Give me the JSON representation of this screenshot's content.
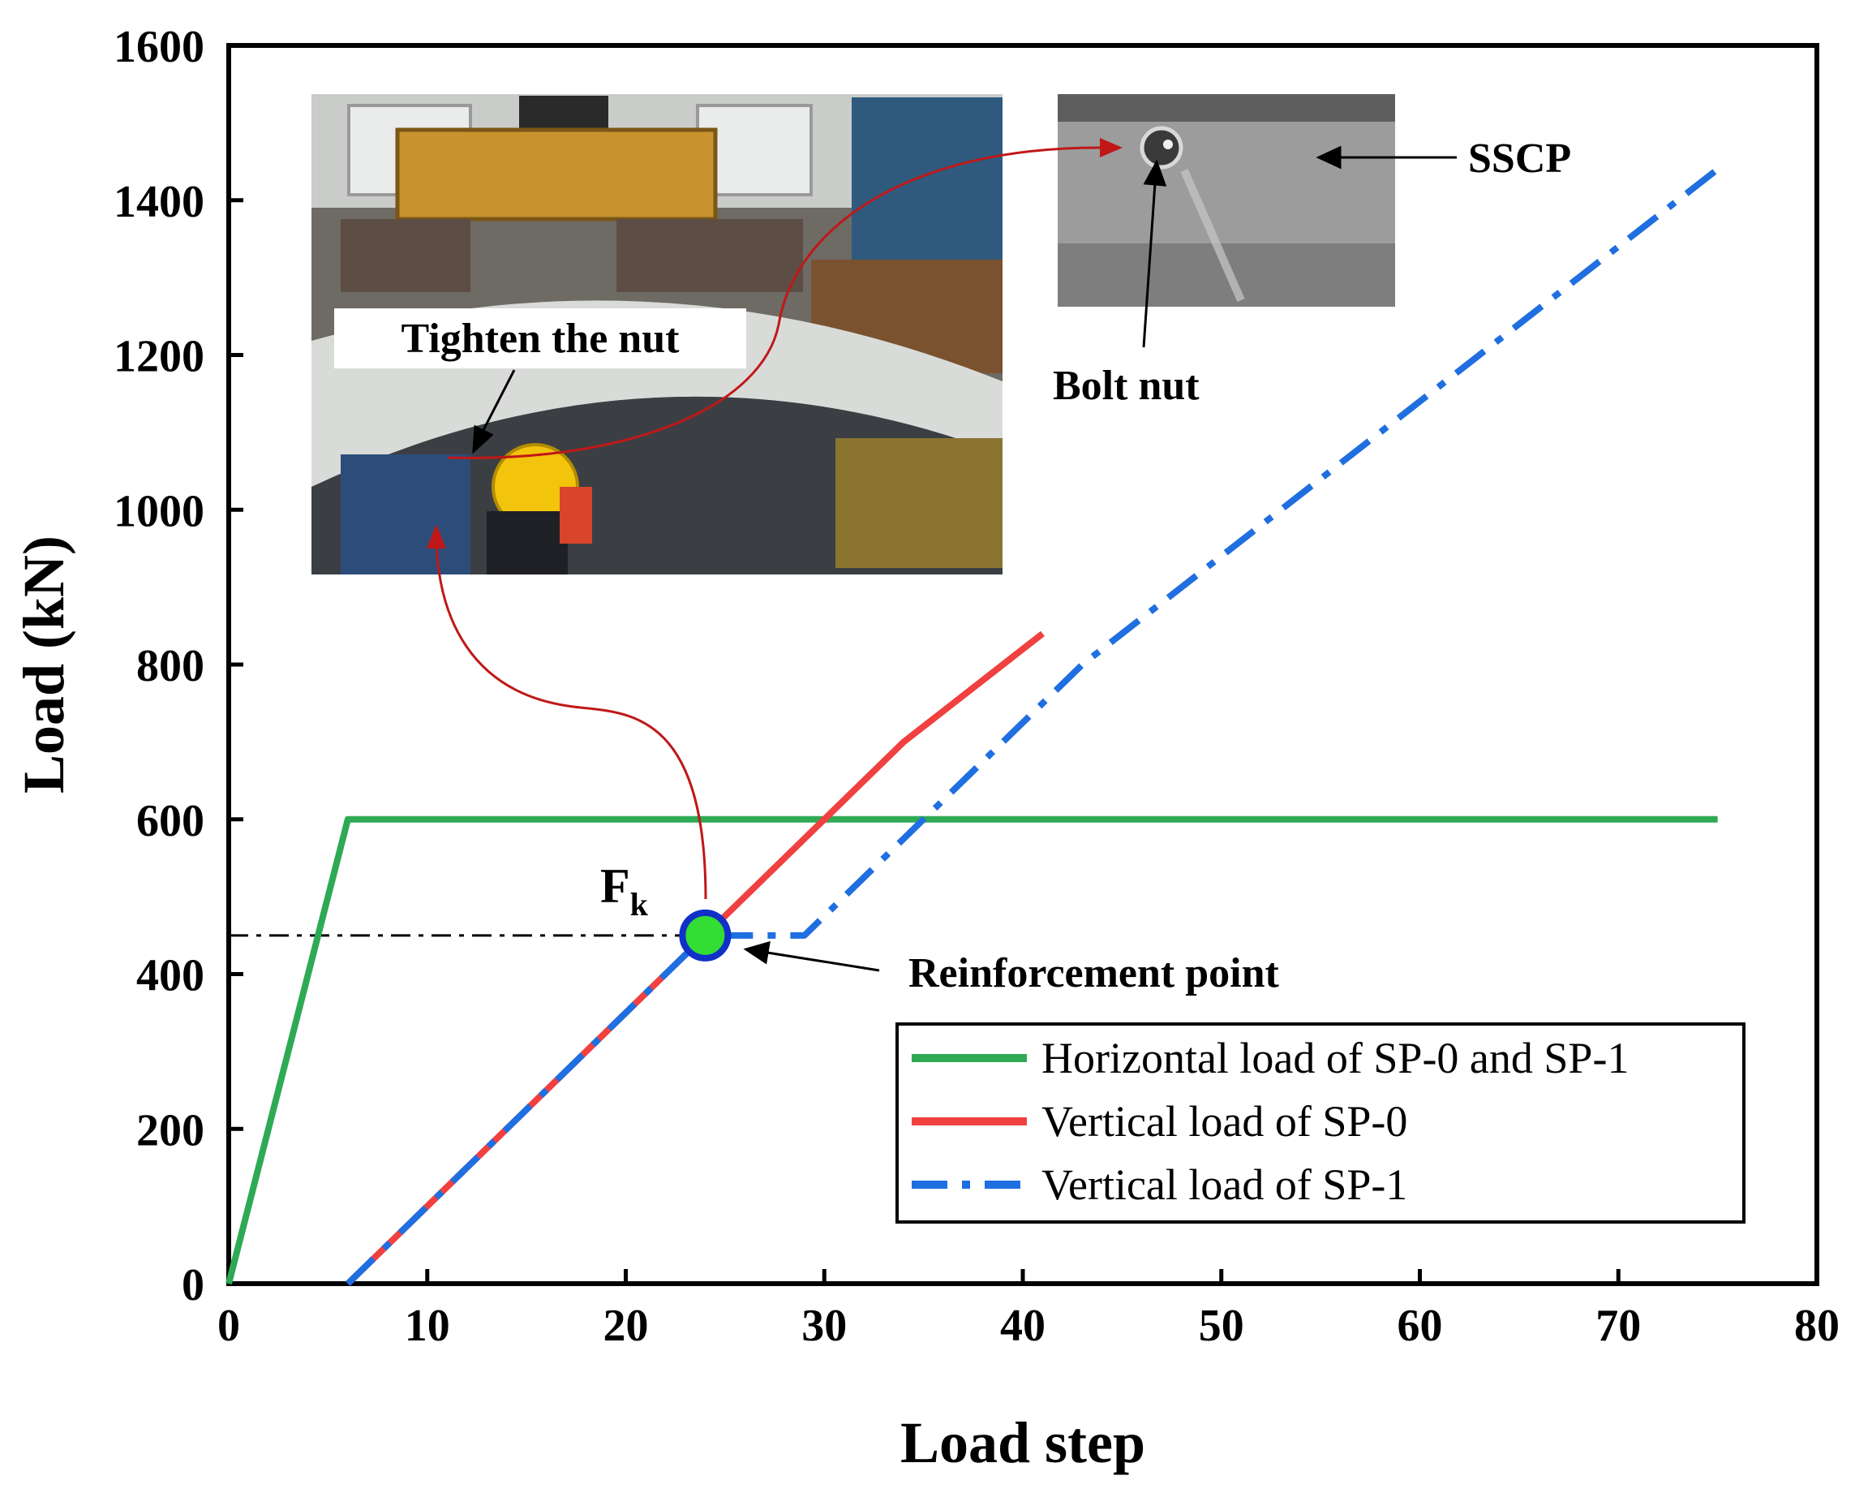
{
  "chart_data": {
    "type": "line",
    "title": "",
    "xlabel": "Load step",
    "ylabel": "Load (kN)",
    "xlim": [
      0,
      80
    ],
    "ylim": [
      0,
      1600
    ],
    "xticks": [
      0,
      10,
      20,
      30,
      40,
      50,
      60,
      70,
      80
    ],
    "yticks": [
      0,
      200,
      400,
      600,
      800,
      1000,
      1200,
      1400,
      1600
    ],
    "grid": false,
    "legend_position": "bottom-right",
    "series": [
      {
        "name": "Horizontal load of SP-0 and SP-1",
        "color": "#2eaa55",
        "style": "solid",
        "x": [
          0,
          6,
          75
        ],
        "y": [
          0,
          600,
          600
        ]
      },
      {
        "name": "Vertical load of SP-0",
        "color": "#f04040",
        "style": "solid",
        "x": [
          6,
          24,
          34,
          41
        ],
        "y": [
          0,
          450,
          700,
          840
        ]
      },
      {
        "name": "Vertical load of SP-1",
        "color": "#1f6fe0",
        "style": "dashdot",
        "x": [
          6,
          24,
          26,
          29,
          35,
          43,
          75
        ],
        "y": [
          0,
          450,
          450,
          450,
          600,
          800,
          1440
        ]
      }
    ],
    "reference_line": {
      "y": 450,
      "x": [
        0,
        24
      ]
    },
    "point": {
      "x": 24,
      "y": 450,
      "label_main": "F",
      "label_sub": "k"
    },
    "annotations": {
      "reinforcement": "Reinforcement point",
      "tighten": "Tighten the nut",
      "bolt": "Bolt nut",
      "sscp": "SSCP"
    }
  }
}
